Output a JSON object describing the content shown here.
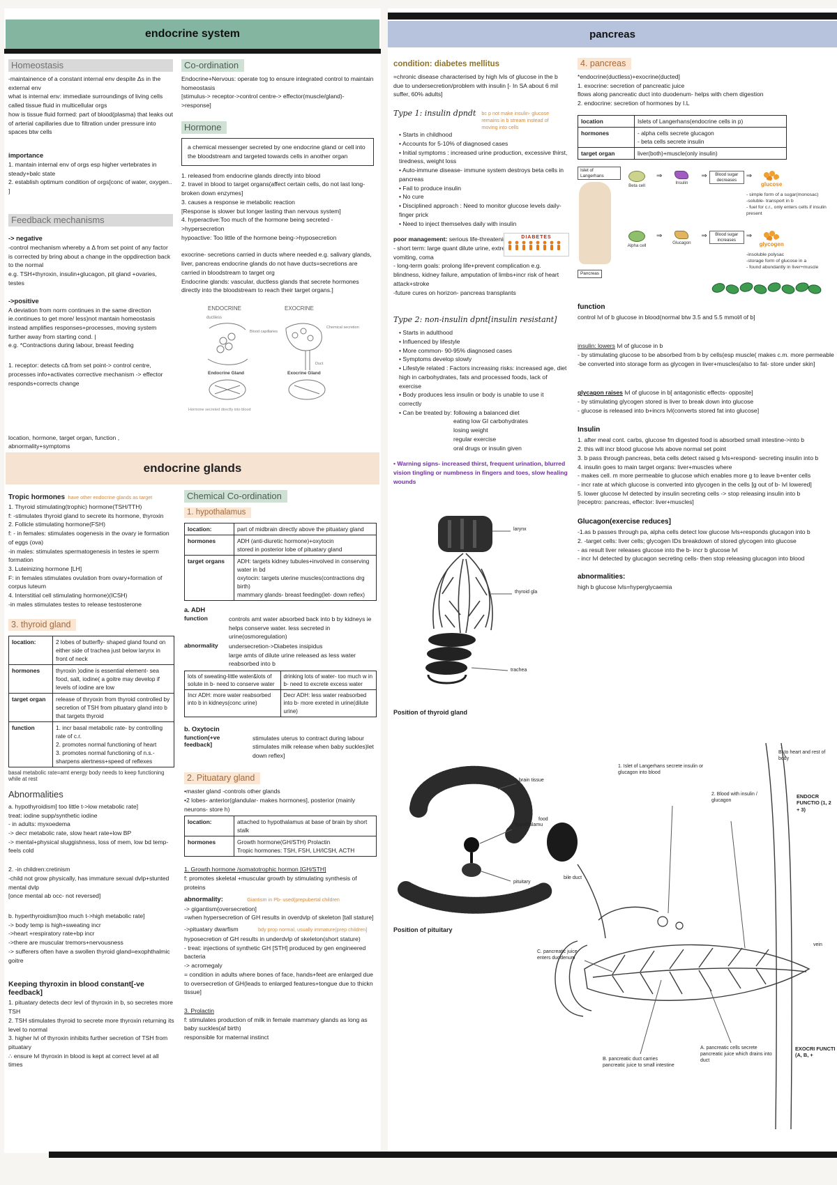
{
  "left": {
    "title": "endocrine system",
    "glands_title": "endocrine glands",
    "c1": {
      "homeostasis_h": "Homeostasis",
      "homeostasis": "-maintainence of a constant internal env despite Δs in the external env\nwhat is internal env: immediate surroundings of living cells called tissue fluid in multicellular orgs\nhow is tissue fluid formed: part of blood(plasma) that leaks out of arterial capillaries due to filtration under pressure into spaces btw cells",
      "importance_h": "importance",
      "importance": "1. mantain internal env of orgs esp higher vertebrates in steady+balc state\n2. establish optimum condition of orgs[conc of water, oxygen.. ]",
      "feedback_h": "Feedback mechanisms",
      "neg_h": "-> negative",
      "neg": "-control mechanism whereby a Δ from set point of any factor is corrected by bring about a change in the oppdirection back to the normal\ne.g. TSH+thyroxin, insulin+glucagon, pit gland +ovaries, testes",
      "pos_h": "->positive",
      "pos": "A deviation from norm continues in the same direction\nie.continues to get more/ less)not mantain homeostasis instead amplifies responses+processes, moving system further away from starting cond. |\ne.g. *Contractions during labour, breast feeding",
      "receptor": "1. receptor: detects cΔ from set point-> control centre, processes info+activates corrective mechanism -> effector responds+corrects change",
      "footer": "location, hormone, target organ, function , abnormality+symptoms"
    },
    "c2": {
      "coord_h": "Co-ordination",
      "coord": "Endocrine+Nervous: operate tog to ensure integrated control to maintain homeostasis\n[stimulus-> receptor->control centre-> effector(muscle/gland)->response]",
      "hormone_h": "Hormone",
      "hormone_def": "a chemical messenger secreted by one endocrine gland or cell into the bloodstream and targeted towards cells in another organ",
      "hormone_list": "1. released from endocrine glands directly into blood\n2. travel in blood to target organs(affect certain cells, do not last long- broken down enzymes]\n3. causes a response ie metabolic reaction\n[Response is slower but longer lasting than nervous system]\n4. hyperactive:Too much of the hormone being secreted ->hypersecretion\nhypoactive: Too little of the hormone being->hyposecretion",
      "exocrine": "exocrine- secretions carried in ducts where needed e.g. salivary glands, liver, pancreas endocrine glands do not have ducts=secretions are carried in bloodstream to target org\nEndocrine glands: vascular, ductless glands that secrete hormones directly into the bloodstream to reach their target organs.]",
      "diagram": {
        "endocrine": "ENDOCRINE",
        "exocrine": "EXOCRINE",
        "ductless": "ductless",
        "blood_capillaries": "Blood capillaries",
        "chemical_secretion": "Chemical secretion",
        "duct": "Duct",
        "endo_caption": "Endocrine Gland",
        "exo_caption": "Exocrine Gland",
        "note": "Hormone secreted directly into blood"
      }
    },
    "g1": {
      "tropic_h": "Tropic hormones",
      "tropic_note": "have other endocrine glands as target",
      "tropic": "1. Thyroid stimulating(trophic) hormone(TSH/TTH)\nf:  -stimulates thyroid gland to secrete its hormone, thyroxin\n2. Follicle stimulating hormone(FSH)\nf:  - in females: stimulates oogenesis in the ovary ie formation of eggs (ova)\n-in males: stimulates spermatogenesis in testes ie sperm formation\n3. Luteinizing hormone [LH]\nF:  in females stimulates ovulation from ovary+formation of corpus luteum\n4. Interstitial cell stimulating hormone)(ICSH)\n-in males stimulates testes to release testosterone",
      "thyroid_h": "3. thyroid gland",
      "thyroid_table": {
        "r0k": "location:",
        "r0v": "2 lobes of butterfly- shaped gland found on either side of trachea just below larynx in front of neck",
        "r1k": "hormones",
        "r1v": "thyroxin )odine is essential element- sea food, salt, iodine( a goitre may develop if levels of iodine are low",
        "r2k": "target organ",
        "r2v": "release of thryoxin from thyroid controlled by secretion of TSH from pituatary gland into b that targets thyroid",
        "r3k": "function",
        "r3v": "1. incr basal metabolic rate- by controlling rate of c.r.\n2. promotes normal functioning of heart\n3. promotes normal functioning of n.s.- sharpens alertness+speed of reflexes"
      },
      "thyroid_caption": "basal metabolic rate=amt energy body needs to keep functioning while at rest",
      "abn_h": "Abnormalities",
      "abn_hypo": "a. hypothyroidism] too little t->low metabolic rate]\ntreat: iodine supp/synthetic iodine\n- in adults: myxoedema\n-> decr metabolic rate, slow heart rate+low BP\n-> mental+physical sluggishness, loss of mem,  low bd temp- feels cold",
      "abn_child": "2. -in children:cretinism\n-child not grow physically, has immature sexual dvlp+stunted mental dvlp\n[once mental ab occ- not reversed]",
      "abn_hyper": "b. hyperthyroidism]too much t->high metabolic rate]\n-> body temp is high+sweating incr\n->heart +respiratory rate+bp incr\n->there are muscular tremors+nervousness\n-> sufferers often have a swollen thyroid gland=exophthalmic goitre",
      "keeping_h": "Keeping thyroxin in blood constant[-ve feedback]",
      "keeping": "1. pituatary detects decr levl of thyroxin in b, so secretes more TSH\n2. TSH stimulates thyroid to secrete more thyroxin returning its level to normal\n3. higher lvl of thyroxin inhibits further secretion of TSH from pituatary\n∴ ensure lvl thyroxin in blood is kept at correct level at all times"
    },
    "g2": {
      "chemco_h": "Chemical Co-ordination",
      "hypo_h": "1. hypothalamus",
      "hypo_table": {
        "r0k": "location:",
        "r0v": "part of midbrain directly above the pituatary gland",
        "r1k": "hormones",
        "r1v": "ADH (anti-diuretic hormone)+oxytocin\nstored in posterior lobe of pituatary gland",
        "r2k": "target organs",
        "r2v": "ADH: targets kidney tubules+involved in conserving water in bd\noxytocin: targets uterine muscles(contractions drg birth)\nmammary glands- breast feeding(let- down reflex)"
      },
      "adh_h": "a. ADH",
      "adh_fn_k": "function",
      "adh_fn_v": "controls amt water absorbed back into b by kidneys ie helps conserve water. less secreted in urine(osmoregulation)",
      "adh_ab_k": "abnormality",
      "adh_ab_v": "undersecretion->Diabetes insipidus\nlarge amts of dilute urine released as less water reabsorbed into b",
      "adh_grid": {
        "c1": "lots of sweating-little water&lots of solute in b- need to conserve water",
        "c2": "drinking lots of water- too much w in b- need to excrete excess water",
        "c3": "Incr ADH: more water reabsorbed into b in kidneys(conc urine)",
        "c4": "Decr ADH: less water reabsorbed into b- more exreted in urine(dilute urine)"
      },
      "oxy_h": "b. Oxytocin",
      "oxy_k": "function(+ve feedback]",
      "oxy_v": "stimulates uterus to contract during labour\nstimulates milk release when baby suckles)let down reflex]",
      "pit_h": "2. Pituatary gland",
      "pit_bullets": "•master gland -controls other glands\n•2 lobes- anterior(glandular- makes hormones], posterior (mainly neurons- store h)",
      "pit_table": {
        "r0k": "location:",
        "r0v": "attached to hypothalamus at base of brain by short stalk",
        "r1k": "hormones",
        "r1v": "Growth hormone(GH/STH)        Prolactin\nTropic hormones: TSH, FSH, LH/ICSH, ACTH"
      },
      "gh_h": "1. Growth hormone /somatotrophic hormon [GH/STH]",
      "gh_f": "f: promotes skeletal +muscular growth by stimulating synthesis of proteins",
      "gh_ab_k": "abnormality:",
      "gh_note1": "Giantism in Pb- used(prepubertal children",
      "gh_note2": "bdy prop normal, usually immature(prep children]",
      "gh_b1": "-> gigantism(oversecretion]\n=when hypersecretion of GH results in overdvlp of skeleton [tall stature]",
      "gh_dwarf": "->pituatary dwarfism",
      "gh_b2": "hyposecretion of GH results in underdvlp of skeleton(short stature)\n- treat: injections of synthetic GH [STH] produced by gen engineered bacteria\n-> acromegaly\n= condition in adults where bones of face, hands+feet are enlarged due to oversecretion of GH(leads to enlarged features+tongue due to thickn tissue]",
      "prolactin_h": "3. Prolactin",
      "prolactin": "f: stimulates production of milk in female mammary glands as long as baby suckles(af birth)\nresponsible for maternal instinct"
    }
  },
  "right": {
    "title": "pancreas",
    "c1": {
      "cond_h": "condition: diabetes mellitus",
      "cond_intro": "=chronic disease characterised by high lvls of glucose in the b due to undersecretion/problem with insulin [- In SA about 6 mil suffer, 60% adults]",
      "t1_h": "Type 1: insulin dpndt",
      "t1_note": "bc p not make insulin- glucose remains in b stream instead of moving into cells",
      "t1_bullets": "•  Starts in childhood\n•  Accounts for 5-10% of diagnosed cases\n•  Initial symptoms : increased urine production, excessive thirst, tiredness, weight loss\n•  Auto-immune disease- immune system destroys beta cells in pancreas\n•  Fail to produce insulin\n•  No cure\n•  Disciplined approach : Need to monitor glucose levels daily- finger prick\n•  Need to inject themselves daily with insulin",
      "diabetes_label": "DIABETES",
      "poor_k": "poor management:",
      "poor_rest": " serious life-threatening implication",
      "poor": "- short term: large quant dilute urine, extreme thirst, nausea, vomiting, coma\n- long-term goals: prolong life+prevent complication e.g. blindness, kidney failure, amputation of limbs+incr risk of heart attack+stroke\n-future cures on horizon- pancreas transplants",
      "t2_h": "Type 2: non-insulin dpnt[insulin resistant]",
      "t2_bullets": "•  Starts in adulthood\n•  Influenced by lifestyle\n•  More common- 90-95% diagnosed cases\n•  Symptoms develop slowly\n•  Lifestyle related : Factors increasing risks: increased age, diet high in carbohydrates, fats and processed foods, lack of exercise\n•  Body produces less insulin or body is unable to use it correctly\n•  Can be treated by:  following a balanced diet",
      "t2_treat": "eating low GI carbohydrates\nlosing weight\nregular exercise\noral drugs or insulin given",
      "warning": "•  Warning signs- increased thirst, frequent urination, blurred vision tingling or numbness in fingers and toes, slow healing wounds",
      "thyroid_labels": {
        "l1": "larynx",
        "l2": "thyroid gla",
        "l3": "trachea"
      },
      "thyroid_caption": "Position of thyroid gland",
      "pit_labels": {
        "l1": "brain tissue",
        "l2": "hypothalamu",
        "l3": "pituitary"
      },
      "pit_caption": "Position of pituitary"
    },
    "c2": {
      "panc_h": "4. pancreas",
      "panc_body": "*endocrine(ductless)+exocrine(ducted]\n1. exocrine: secretion of pancreatic juice\nflows along pancreatic duct into duodenum- helps with chem digestion\n2. endocrine: secretion of hormones by I.L",
      "panc_table": {
        "r0k": "location",
        "r0v": "Islets of Langerhans(endocrine cells in p)",
        "r1k": "hormones",
        "r1v": "- alpha cells secrete glucagon\n- beta cells secrete insulin",
        "r2k": "target organ",
        "r2v": "liver(both)+muscle(only insulin)"
      },
      "flow": {
        "islet": "Islet of Langerhans",
        "pancreas": "Pancreas",
        "arrow": "⇒",
        "beta": "Beta cell",
        "insulin": "Insulin",
        "bs_dec": "Blood sugar decreases",
        "glucose": "glucose",
        "glucose_notes": "- simple form of a sugar(monosac)\n-soluble- transport in b\n- fuel for c.r., only enters cells if insulin present",
        "alpha": "Alpha cell",
        "glucagon": "Glucagon",
        "bs_inc": "Blood sugar increases",
        "glycogen": "glycogen",
        "glycogen_notes": "-insoluble polysac\n-storage form of glucose in a\n- found abundantly in liver+muscle"
      },
      "fn_h": "function",
      "fn": "control lvl of b glucose in blood(normal btw 3.5 and 5.5 mmol/l of b]",
      "ins_label": "insulin: lowers",
      "ins_rest": " lvl of glucose in b\n- by stimulating glucose to be absorbed from b by cells(esp muscle( makes c.m. more permeable\n-be converted into storage form as glycogen in liver+muscles(also to fat- store under skin]",
      "gly_label": "glycagon raises",
      "gly_rest": " lvl of glucose in b[ antagonistic effects- opposite]\n- by stimulating glycogen stored is liver to break down into glucose\n- glucose is released into b+incrs lvl(converts stored fat into glucose]",
      "insulin_h": "Insulin",
      "insulin": "1. after meal cont. carbs, glucose fm digested food is absorbed small intestine->into b\n2. this will incr blood glucose lvls above normal set point\n3. b pass through pancreas, beta cells detect raised g lvls+respond- secreting insulin into b\n4. insulin goes to main target organs: liver+muscles where\n- makes cell. m more permeable to glucose which enables more g to leave b+enter cells\n- incr rate at which glucose is converted into glycogen in the cells [g out of b- lvl lowered]\n5. lower glucose lvl detected by insulin secreting cells -> stop releasing insulin into b\n[receptro: pancreas, effector: liver+muscles]",
      "glucagon_h": "Glucagon(exercise reduces]",
      "glucagon": "-1.as b passes through pa, alpha cells detect low glucose lvls+responds  glucagon into  b\n2. -target cells: liver cells; glycogen IDs breakdown of stored glycogen into glucose\n- as result liver releases glucose into the b- incr b glucose lvl\n- incr lvl detected by glucagon secreting cells- then stop releasing glucagon into blood",
      "abn_h": "abnormalities:",
      "abn": "high b glucose lvls=hyperglycaemia"
    },
    "pdiag": {
      "l1": "1. Islet of Langerhans secrete insulin or glucagon into blood",
      "l2": "2. Blood with insulin / glucagon",
      "l3": "B. to heart and rest of body",
      "l4": "ENDOCR FUNCTIO (1, 2 + 3)",
      "l5": "C. pancreatic juice enters duodenum",
      "l6": "A. pancreatic cells secrete pancreatic juice which drains into duct",
      "l7": "B. pancreatic duct carries pancreatic juice to small intestine",
      "l8": "EXOCRI FUNCTI (A, B, +",
      "l9": "vein",
      "l10": "bile duct",
      "l11": "food"
    }
  }
}
